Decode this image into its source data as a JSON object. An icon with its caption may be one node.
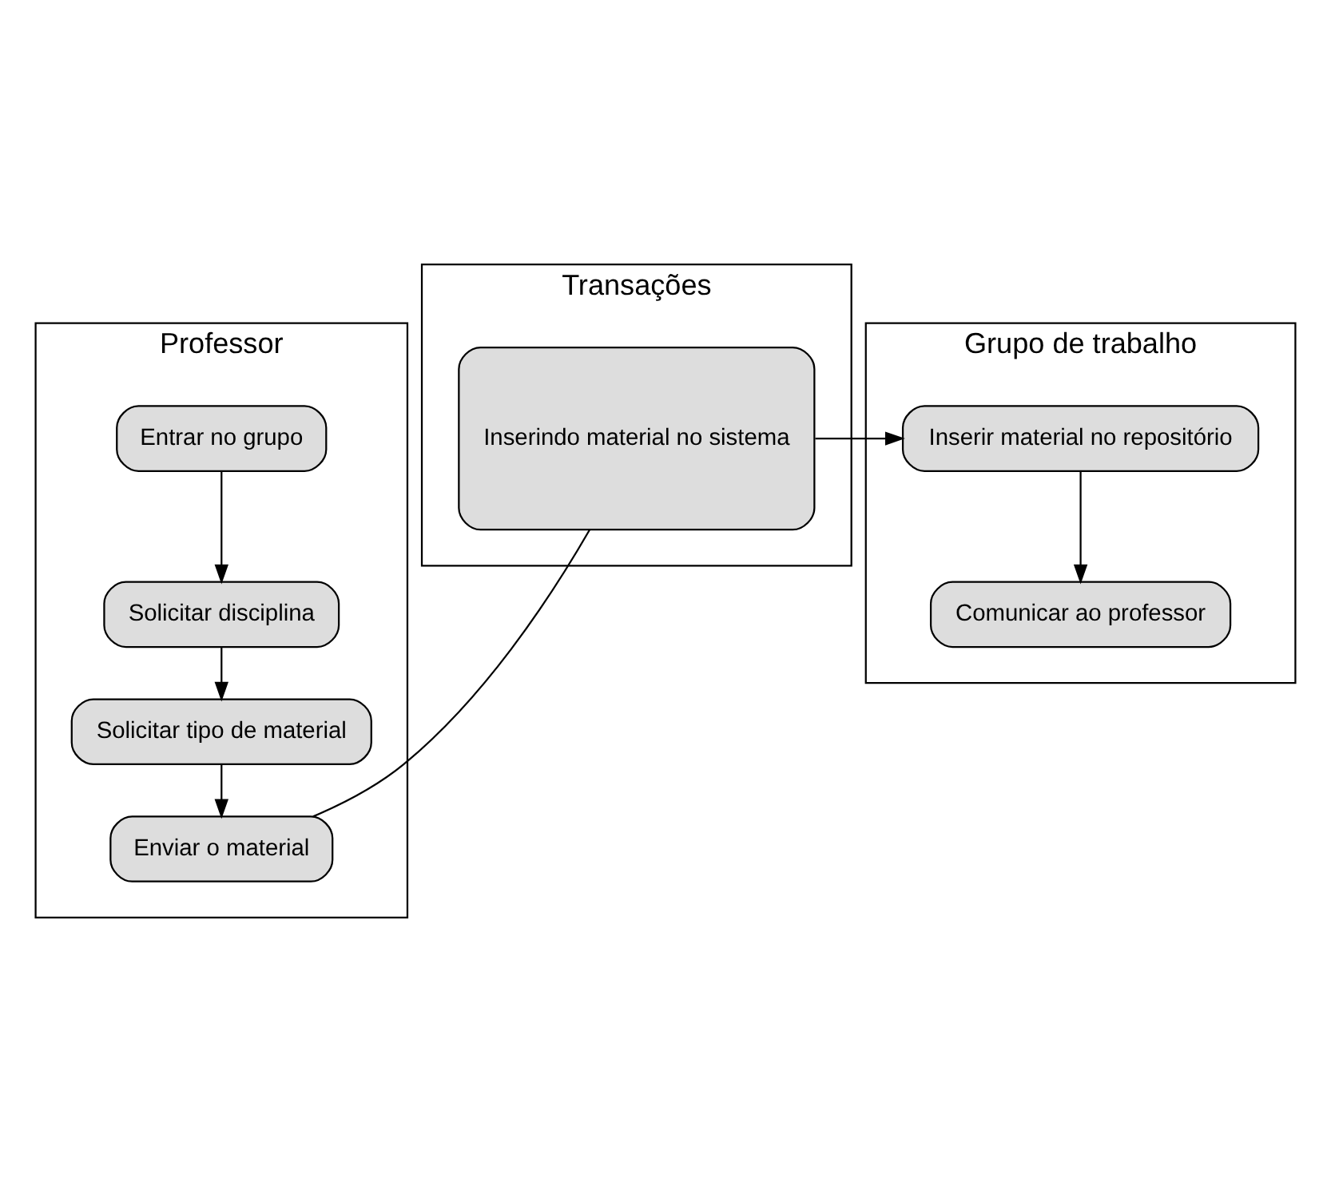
{
  "diagram": {
    "nodes": [
      {
        "text": [
          "Professor"
        ]
      },
      {
        "text": [
          "Entrar no grupo"
        ],
        "in": 0
      },
      {
        "text": [
          "Solicitar disciplina"
        ],
        "in": 0
      },
      {
        "text": [
          "Solicitar tipo de material"
        ],
        "in": 0
      },
      {
        "text": [
          "Enviar o material"
        ],
        "in": 0
      },
      {
        "text": [
          "Transações"
        ]
      },
      {
        "text": [
          "Inserindo material no sistema"
        ],
        "in": 5
      },
      {
        "text": [
          "Grupo de trabalho"
        ]
      },
      {
        "text": [
          "Inserir material no repositório"
        ],
        "in": 7
      },
      {
        "text": [
          "Comunicar ao professor"
        ],
        "in": 7
      }
    ],
    "edges": [
      {
        "from": 1,
        "to": 2,
        "arrow": "to"
      },
      {
        "from": 2,
        "to": 3,
        "arrow": "to"
      },
      {
        "from": 3,
        "to": 4,
        "arrow": "to"
      },
      {
        "from": 4,
        "to": 6,
        "arrow": "none"
      },
      {
        "from": 6,
        "to": 8,
        "arrow": "to"
      },
      {
        "from": 8,
        "to": 9,
        "arrow": "to"
      }
    ]
  }
}
